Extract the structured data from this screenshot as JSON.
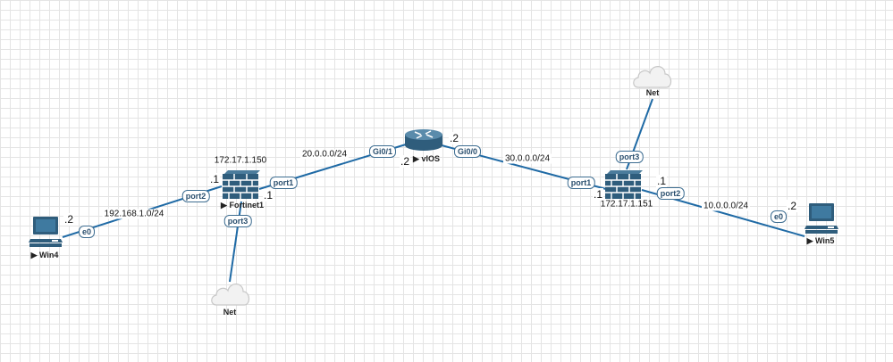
{
  "nodes": {
    "win4": {
      "name": "Win4",
      "running": true
    },
    "fortinet1": {
      "name": "Fortinet1",
      "mgmt_ip": "172.17.1.150",
      "running": true
    },
    "vios": {
      "name": "vIOS",
      "running": true
    },
    "fortinet2": {
      "mgmt_ip": "172.17.1.151"
    },
    "win5": {
      "name": "Win5",
      "running": true
    },
    "net_bottom": {
      "name": "Net"
    },
    "net_top": {
      "name": "Net"
    }
  },
  "links": {
    "l1": {
      "network": "192.168.1.0/24",
      "a_port": "e0",
      "a_ip": ".2",
      "b_port": "port2",
      "b_ip": ".1"
    },
    "l2": {
      "network": "20.0.0.0/24",
      "a_port": "port1",
      "a_ip": ".1",
      "b_port": "Gi0/1",
      "b_ip": ".2"
    },
    "l3": {
      "network": "30.0.0.0/24",
      "a_port": "Gi0/0",
      "a_ip": ".2",
      "b_port": "port1",
      "b_ip": ".1"
    },
    "l4": {
      "network": "10.0.0.0/24",
      "a_port": "port2",
      "a_ip": ".1",
      "b_port": "e0",
      "b_ip": ".2"
    },
    "l5": {
      "a_port": "port3"
    },
    "l6": {
      "a_port": "port3"
    }
  },
  "run_glyph": "▶",
  "colors": {
    "link": "#1f6aa5",
    "device": "#2f5d7c"
  }
}
